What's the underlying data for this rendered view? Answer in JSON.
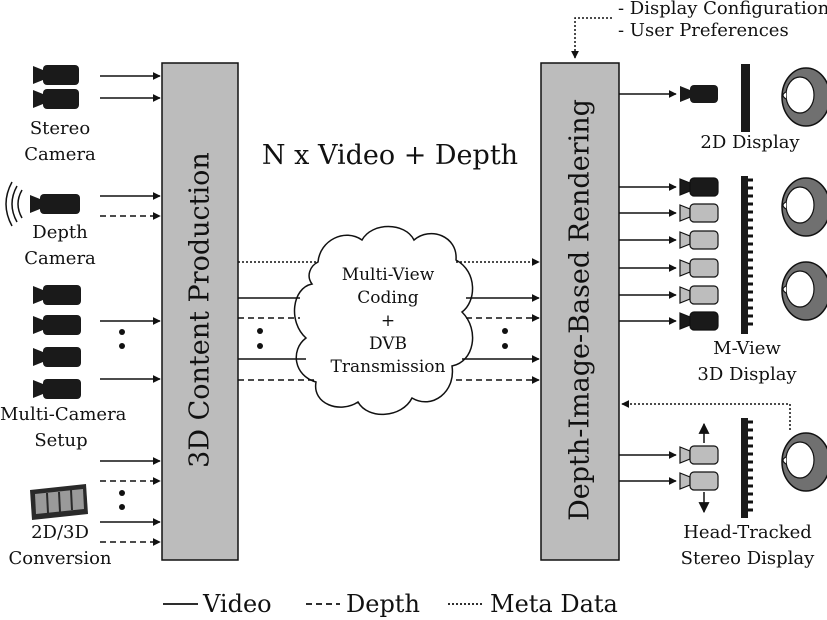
{
  "blocks": {
    "production": "3D Content Production",
    "rendering": "Depth-Image-Based Rendering"
  },
  "center_label": "N x Video + Depth",
  "cloud": {
    "line1": "Multi-View",
    "line2": "Coding",
    "line3": "+",
    "line4": "DVB",
    "line5": "Transmission"
  },
  "meta_inputs": {
    "line1": "- Display Configuration",
    "line2": "- User Preferences"
  },
  "sources": {
    "stereo": {
      "line1": "Stereo",
      "line2": "Camera"
    },
    "depth": {
      "line1": "Depth",
      "line2": "Camera"
    },
    "multi": {
      "line1": "Multi-Camera",
      "line2": "Setup"
    },
    "conversion": {
      "line1": "2D/3D",
      "line2": "Conversion"
    }
  },
  "displays": {
    "d2": {
      "line1": "2D Display"
    },
    "mview": {
      "line1": "M-View",
      "line2": "3D Display"
    },
    "headtracked": {
      "line1": "Head-Tracked",
      "line2": "Stereo Display"
    }
  },
  "legend": {
    "video": "Video",
    "depth": "Depth",
    "meta": "Meta Data"
  },
  "colors": {
    "block_fill": "#bcbcbc",
    "line": "#111111",
    "camera_dark": "#1a1a1a",
    "camera_light": "#bdbdbd",
    "head_fill": "#707070"
  }
}
